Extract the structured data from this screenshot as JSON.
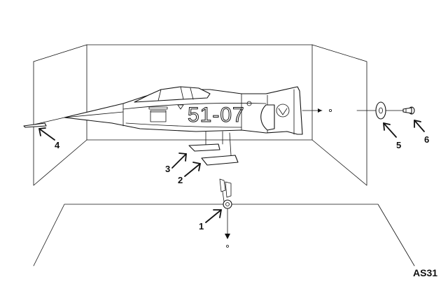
{
  "diagram": {
    "figure_code": "AS31",
    "tail_marking": "51-07",
    "callouts": [
      "1",
      "2",
      "3",
      "4",
      "5",
      "6"
    ]
  }
}
